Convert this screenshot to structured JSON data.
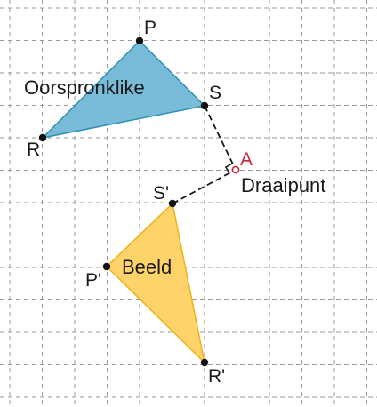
{
  "labels": {
    "P": "P",
    "S": "S",
    "R": "R",
    "A": "A",
    "S_prime": "S'",
    "P_prime": "P'",
    "R_prime": "R'",
    "original": "Oorspronklike",
    "image": "Beeld",
    "pivot": "Draaipunt"
  },
  "colors": {
    "original_fill": "#79bcd8",
    "original_stroke": "#2f8fb5",
    "image_fill": "#fdd36a",
    "image_stroke": "#f0b21a",
    "pivot": "#c8283c",
    "grid": "#9a9a9a"
  },
  "icons": {
    "right_angle": "right-angle-marker",
    "pivot": "open-circle"
  }
}
